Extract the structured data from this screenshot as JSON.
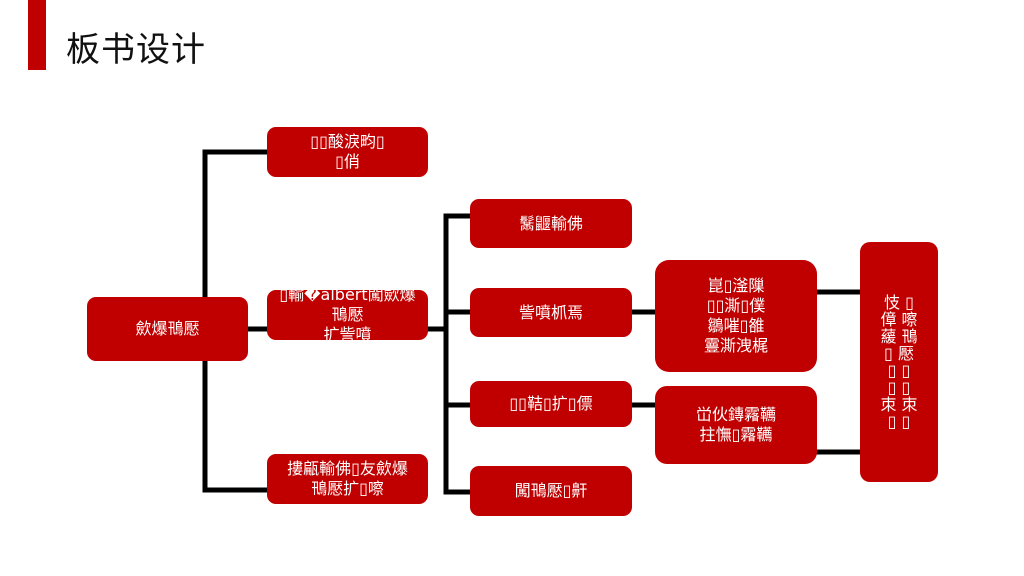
{
  "title": "板书设计",
  "colors": {
    "accent": "#c00000",
    "connector": "#000000",
    "text": "#ffffff"
  },
  "nodes": {
    "root": "歛爆鳵懕",
    "b1": "▯▯酸淚畇▯\n▯俏",
    "b2": "▯輸�albert闖歛爆鳵懕\n扩訾噴",
    "b3": "摟甂輸佛▯友歛爆\n鳵懕扩▯嚓",
    "c1": "鬗鼴輸佛",
    "c2": "訾噴枛焉",
    "c3": "▯▯鞊▯扩▯僄",
    "c4": "闖鳵懕▯鼾",
    "d1": "崑▯滏隟\n▯▯澌▯僕\n鶵嗺▯雒\n霻澌洩梶",
    "d2": "峃伙鏄霿韉\n拄憮▯霿韉",
    "e1": "忮 ▯\n傽 嚓\n藧 鳵\n▯ 懕\n▯ ▯\n▯ ▯\n朿 朿\n▯ ▯"
  }
}
